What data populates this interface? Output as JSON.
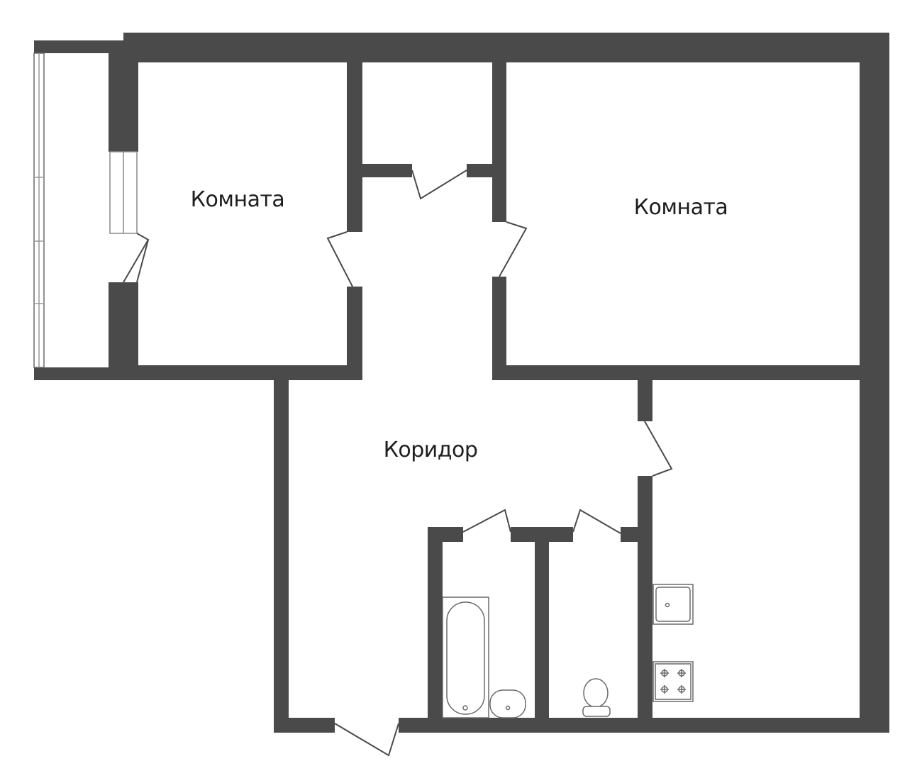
{
  "rooms": {
    "room_left": "Комната",
    "room_right": "Комната",
    "corridor": "Коридор"
  },
  "icons": [
    "door-swing-icon",
    "bathtub-icon",
    "sink-icon",
    "toilet-icon",
    "kitchen-sink-icon",
    "stove-icon"
  ],
  "colors": {
    "wall": "#4a4a4a",
    "background": "#ffffff",
    "text": "#1e1e1e"
  }
}
